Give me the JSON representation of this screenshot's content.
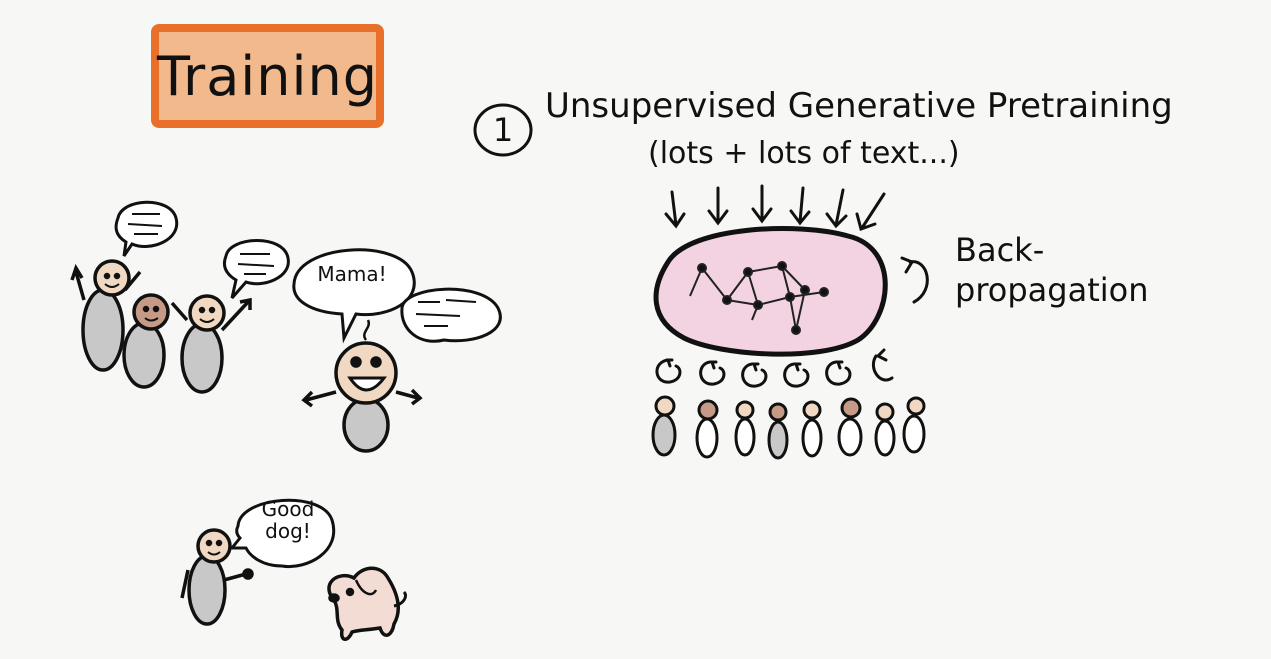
{
  "title": "Training",
  "step_number": "1",
  "heading": "Unsupervised Generative Pretraining",
  "heading_note": "(lots + lots of text...)",
  "backprop_line1": "Back-",
  "backprop_line2": "propagation",
  "bubble_mama": "Mama!",
  "bubble_good_line1": "Good",
  "bubble_good_line2": "dog!",
  "colors": {
    "title_box_fill": "#f2b98d",
    "title_box_border": "#e8702a",
    "network_fill": "#f3d3e1",
    "figure_body": "#c8c8c8",
    "skin_light": "#f1d8c2",
    "skin_dark": "#c79a88",
    "dog_fill": "#f2dcd4"
  }
}
